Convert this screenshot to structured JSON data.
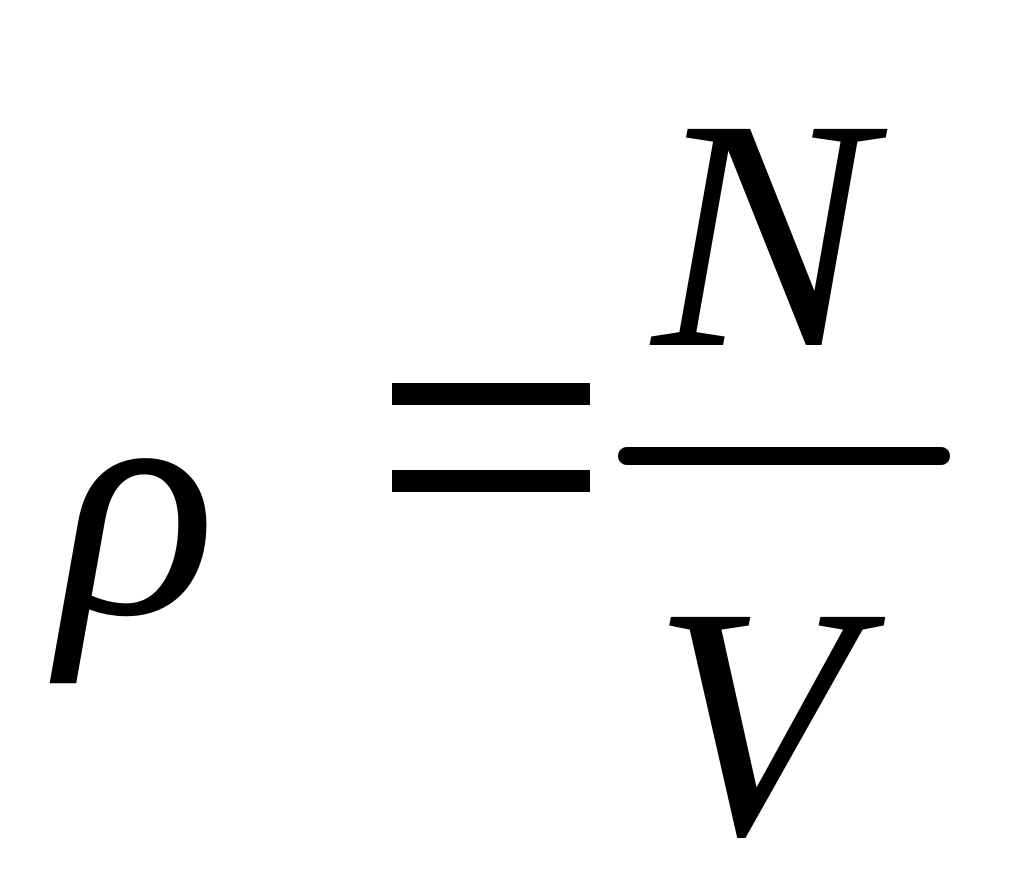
{
  "equation": {
    "lhs": "ρ",
    "operator": "=",
    "numerator": "N",
    "denominator": "V"
  }
}
